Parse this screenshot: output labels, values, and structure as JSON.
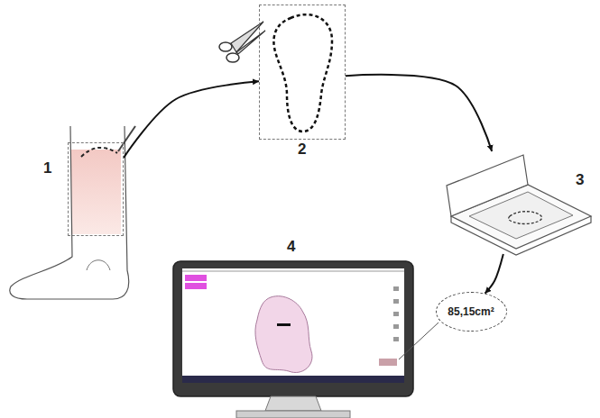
{
  "diagram": {
    "nodes": [
      {
        "text": [
          "1"
        ]
      },
      {
        "text": [
          "2"
        ]
      },
      {
        "text": [
          "3"
        ]
      },
      {
        "text": [
          "4"
        ]
      },
      {
        "text": [
          "85,15cm²"
        ]
      }
    ],
    "edges": [
      {
        "from": 0,
        "to": 1,
        "arrow": "to"
      },
      {
        "from": 1,
        "to": 2,
        "arrow": "to"
      },
      {
        "from": 2,
        "to": 4,
        "arrow": "to"
      }
    ]
  }
}
